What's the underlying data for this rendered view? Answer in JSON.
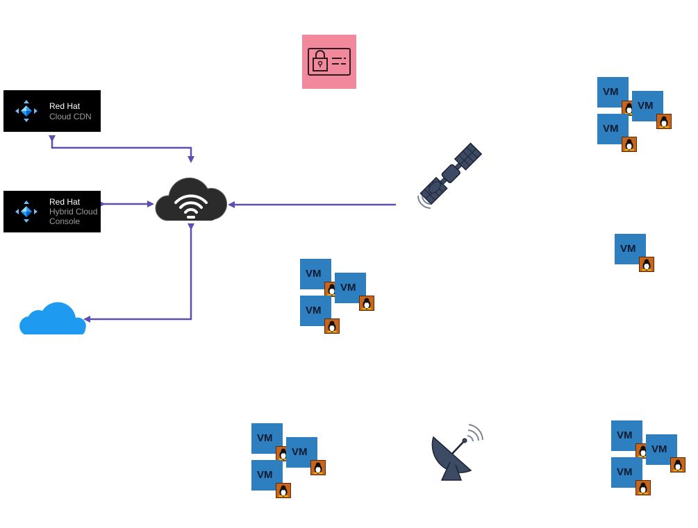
{
  "nodes": {
    "cdn": {
      "brand": "Red Hat",
      "product": "Cloud CDN"
    },
    "hybrid": {
      "brand": "Red Hat",
      "product": "Hybrid Cloud Console"
    }
  },
  "vm_label": "VM",
  "colors": {
    "connector": "#5b4fb0",
    "vm_fill": "#2e7fc0",
    "linux_badge": "#c8651b",
    "auth_tile": "#f2889b",
    "cloud_blue": "#1e9bf0",
    "router_cloud": "#2b2b2b",
    "satellite": "#3d4a63"
  },
  "icons": [
    "identity-lock-icon",
    "satellite-icon",
    "satellite-dish-icon",
    "wifi-cloud-icon",
    "cloud-icon",
    "linux-icon"
  ]
}
